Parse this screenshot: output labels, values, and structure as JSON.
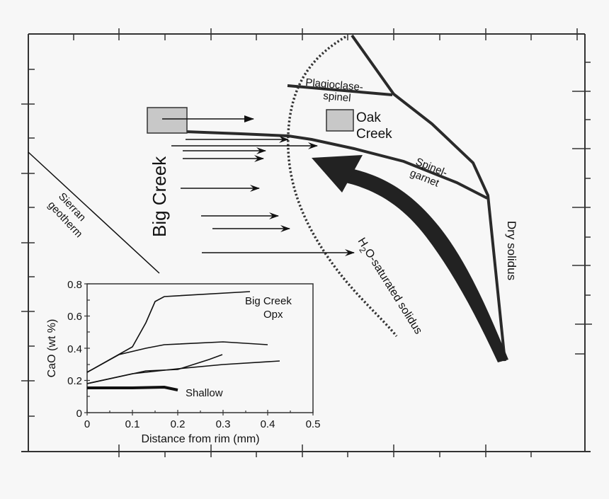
{
  "chart_data": [
    {
      "type": "diagram",
      "title": "",
      "description": "Pressure-temperature phase diagram (axes unlabeled) showing peridotite phase boundaries, solidi, geotherm and xenolith equilibration paths",
      "labels": {
        "plag_spinel": [
          "Plagioclase-",
          "spinel"
        ],
        "oak_creek": [
          "Oak",
          "Creek"
        ],
        "spinel_garnet": [
          "Spinel-",
          "garnet"
        ],
        "big_creek": "Big Creek",
        "sierran_geotherm": [
          "Sierran",
          "geotherm"
        ],
        "dry_solidus": "Dry solidus",
        "h2o_solidus_h": "H",
        "h2o_solidus_sub": "2",
        "h2o_solidus_rest": "O-saturated solidus"
      },
      "axes": {
        "x_ticks_major_count": 6,
        "y_ticks_major_count": 5,
        "tick_labels_visible": false
      },
      "arrows": {
        "big_creek_box_to_right": 1,
        "leftward_cooling_arrows": 8,
        "thick_curved_arrow": "from dry solidus base upward-left toward spinel-garnet boundary"
      }
    },
    {
      "type": "line",
      "title": "",
      "xlabel": "Distance from rim (mm)",
      "ylabel": "CaO (wt %)",
      "xlim": [
        0,
        0.5
      ],
      "ylim": [
        0,
        0.8
      ],
      "x_ticks": [
        "0",
        "0.1",
        "0.2",
        "0.3",
        "0.4",
        "0.5"
      ],
      "y_ticks": [
        "0",
        "0.2",
        "0.4",
        "0.6",
        "0.8"
      ],
      "annotations": [
        {
          "text": [
            "Big Creek",
            "Opx"
          ]
        },
        {
          "text": "Shallow"
        }
      ],
      "series": [
        {
          "name": "Big Creek Opx 1",
          "x": [
            0,
            0.1,
            0.13,
            0.15,
            0.17,
            0.36
          ],
          "y": [
            0.25,
            0.41,
            0.56,
            0.69,
            0.72,
            0.75
          ]
        },
        {
          "name": "Big Creek Opx 2",
          "x": [
            0,
            0.07,
            0.13,
            0.17,
            0.3,
            0.4
          ],
          "y": [
            0.25,
            0.36,
            0.4,
            0.42,
            0.44,
            0.42
          ]
        },
        {
          "name": "Big Creek Opx 3",
          "x": [
            0,
            0.1,
            0.2,
            0.3,
            0.42
          ],
          "y": [
            0.18,
            0.24,
            0.27,
            0.3,
            0.32
          ]
        },
        {
          "name": "Big Creek Opx 4",
          "x": [
            0,
            0.13,
            0.2,
            0.27,
            0.3
          ],
          "y": [
            0.18,
            0.26,
            0.27,
            0.33,
            0.36
          ]
        },
        {
          "name": "Shallow",
          "x": [
            0,
            0.1,
            0.17,
            0.2
          ],
          "y": [
            0.155,
            0.155,
            0.16,
            0.14
          ]
        }
      ],
      "grid": false,
      "legend": null
    }
  ],
  "inset": {
    "ylabel": "CaO (wt %)",
    "xlabel": "Distance from rim (mm)",
    "x_ticks": [
      "0",
      "0.1",
      "0.2",
      "0.3",
      "0.4",
      "0.5"
    ],
    "y_ticks": [
      "0",
      "0.2",
      "0.4",
      "0.6",
      "0.8"
    ],
    "annot_bc1": "Big Creek",
    "annot_bc2": "Opx",
    "annot_shallow": "Shallow"
  },
  "main": {
    "plag1": "Plagioclase-",
    "plag2": "spinel",
    "oak1": "Oak",
    "oak2": "Creek",
    "sg1": "Spinel-",
    "sg2": "garnet",
    "bigcreek": "Big Creek",
    "geo1": "Sierran",
    "geo2": "geotherm",
    "dry": "Dry solidus",
    "h2o_h": "H",
    "h2o_sub": "2",
    "h2o_rest": "O-saturated solidus"
  },
  "colors": {
    "background": "#f7f7f7",
    "ink": "#222222",
    "box_fill": "#c8c8c8"
  }
}
